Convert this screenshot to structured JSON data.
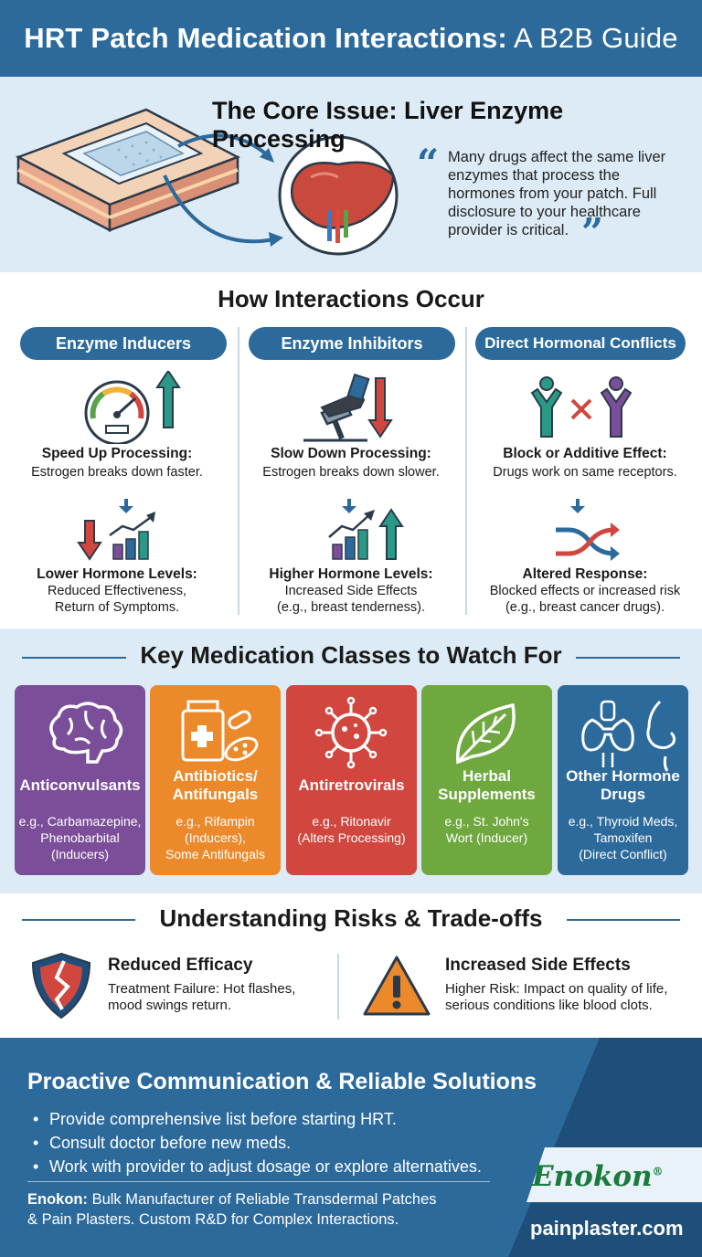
{
  "header": {
    "title_bold": "HRT Patch Medication Interactions:",
    "title_light": " A B2B Guide"
  },
  "core": {
    "title": "The Core Issue: Liver Enzyme Processing",
    "quote": "Many drugs affect the same liver enzymes that process the hormones from your patch. Full disclosure to your healthcare provider is critical."
  },
  "how": {
    "title": "How Interactions Occur",
    "columns": [
      {
        "pill": "Enzyme Inducers",
        "head1": "Speed Up Processing:",
        "desc1": "Estrogen breaks down faster.",
        "head2": "Lower Hormone Levels:",
        "desc2a": "Reduced Effectiveness,",
        "desc2b": "Return of Symptoms."
      },
      {
        "pill": "Enzyme Inhibitors",
        "head1": "Slow Down Processing:",
        "desc1": "Estrogen breaks down slower.",
        "head2": "Higher Hormone Levels:",
        "desc2a": "Increased Side Effects",
        "desc2b": "(e.g., breast tenderness)."
      },
      {
        "pill": "Direct Hormonal Conflicts",
        "head1": "Block or Additive Effect:",
        "desc1": "Drugs work on same receptors.",
        "head2": "Altered Response:",
        "desc2a": "Blocked effects or increased risk",
        "desc2b": "(e.g., breast cancer drugs)."
      }
    ]
  },
  "key": {
    "title": "Key Medication Classes to Watch For",
    "cards": [
      {
        "title1": "Anticonvulsants",
        "title2": "",
        "d1": "e.g., Carbamazepine,",
        "d2": "Phenobarbital",
        "d3": "(Inducers)",
        "color": "#7b4e9a"
      },
      {
        "title1": "Antibiotics/",
        "title2": "Antifungals",
        "d1": "e.g., Rifampin",
        "d2": "(Inducers),",
        "d3": "Some Antifungals",
        "color": "#ec8a2b"
      },
      {
        "title1": "Antiretrovirals",
        "title2": "",
        "d1": "e.g., Ritonavir",
        "d2": "(Alters Processing)",
        "d3": "",
        "color": "#d1473f"
      },
      {
        "title1": "Herbal",
        "title2": "Supplements",
        "d1": "e.g., St. John's",
        "d2": "Wort (Inducer)",
        "d3": "",
        "color": "#6fa83f"
      },
      {
        "title1": "Other Hormone",
        "title2": "Drugs",
        "d1": "e.g., Thyroid Meds,",
        "d2": "Tamoxifen",
        "d3": "(Direct Conflict)",
        "color": "#2d6a9c"
      }
    ]
  },
  "risks": {
    "title": "Understanding Risks & Trade-offs",
    "left": {
      "title": "Reduced Efficacy",
      "d1": "Treatment Failure: Hot flashes,",
      "d2": "mood swings return."
    },
    "right": {
      "title": "Increased Side Effects",
      "d1": "Higher Risk: Impact on quality of life,",
      "d2": "serious conditions like blood clots."
    }
  },
  "bottom": {
    "title": "Proactive Communication & Reliable Solutions",
    "bullets": [
      "Provide comprehensive list before starting HRT.",
      "Consult doctor before new meds.",
      "Work with provider to adjust dosage or explore alternatives."
    ],
    "footer_brand": "Enokon:",
    "footer_line1": " Bulk Manufacturer of Reliable Transdermal Patches",
    "footer_line2": "& Pain Plasters. Custom R&D for Complex Interactions.",
    "logo": "Enokon",
    "logo_mark": "®",
    "site": "painplaster.com"
  },
  "colors": {
    "primary": "#2d6a9c",
    "light_bg": "#dcebf5",
    "down_arrow": "#d1473f",
    "up_arrow": "#2a9a86",
    "brand_green": "#1b7a3d"
  }
}
